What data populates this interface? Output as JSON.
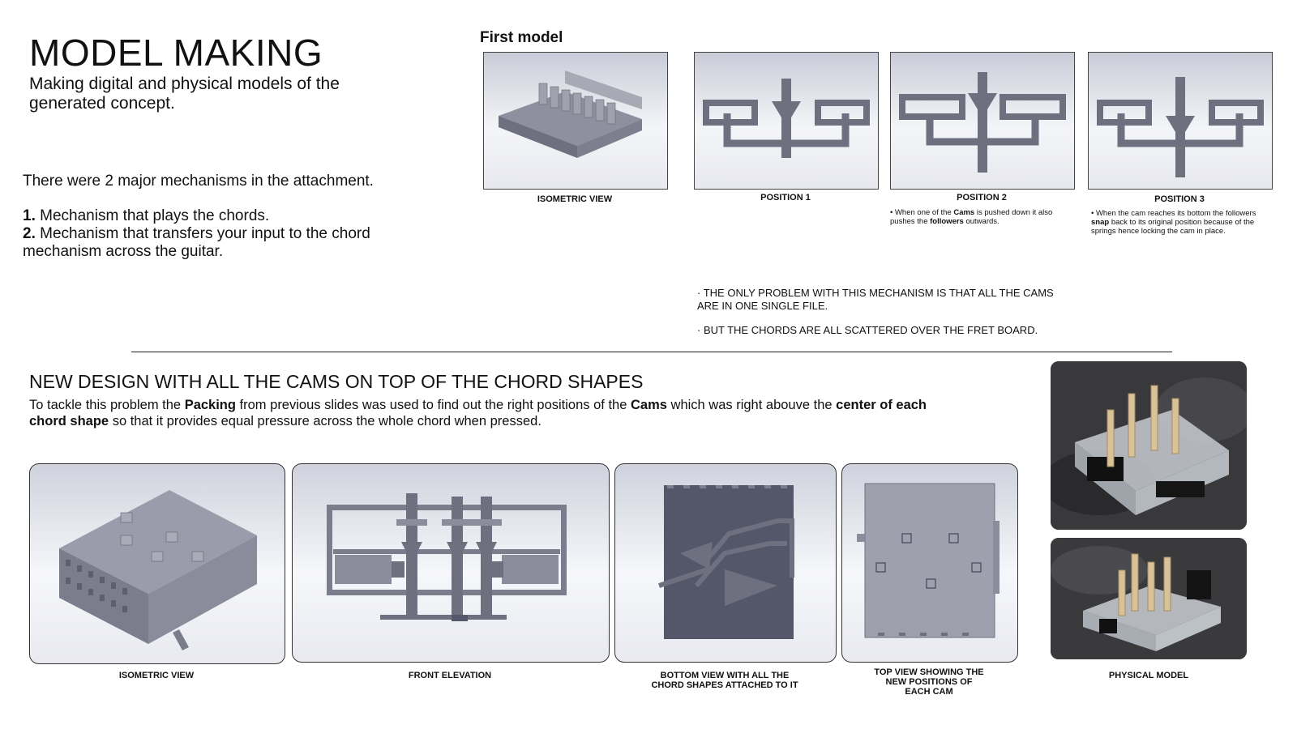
{
  "header": {
    "title": "MODEL MAKING",
    "subtitle": "Making digital and physical models of the generated concept."
  },
  "mechanisms": {
    "intro": "There were 2 major mechanisms in the attachment.",
    "items": [
      {
        "num": "1.",
        "text": "Mechanism that plays the chords."
      },
      {
        "num": "2.",
        "text": "Mechanism that transfers your input to the chord mechanism across the guitar."
      }
    ]
  },
  "first_model": {
    "heading": "First model",
    "panels": [
      {
        "caption": "ISOMETRIC VIEW"
      },
      {
        "caption": "POSITION 1"
      },
      {
        "caption": "POSITION 2"
      },
      {
        "caption": "POSITION 3"
      }
    ],
    "notes": {
      "pos2": {
        "a": "When one of the ",
        "b": "Cams",
        "c": " is pushed down it also pushes the ",
        "d": "followers",
        "e": " outwards."
      },
      "pos3": {
        "a": "When the cam reaches its bottom the followers ",
        "b": "snap",
        "c": " back to its original position because of the springs hence locking the cam in place."
      }
    },
    "problems": [
      "THE ONLY PROBLEM WITH THIS MECHANISM IS THAT ALL THE CAMS ARE IN ONE SINGLE FILE.",
      "BUT THE CHORDS ARE ALL SCATTERED OVER THE FRET BOARD."
    ]
  },
  "new_design": {
    "heading": "NEW DESIGN WITH ALL THE CAMS ON TOP OF THE CHORD SHAPES",
    "desc": {
      "a": "To tackle this problem the ",
      "b": "Packing",
      "c": " from previous slides was used to find out the right positions of the ",
      "d": "Cams",
      "e": " which was right abouve the ",
      "f": "center of each chord shape",
      "g": " so that it provides equal pressure across the whole chord when pressed."
    },
    "panels": [
      {
        "caption": "ISOMETRIC VIEW"
      },
      {
        "caption": "FRONT ELEVATION"
      },
      {
        "caption": "BOTTOM VIEW WITH ALL THE CHORD SHAPES ATTACHED TO IT"
      },
      {
        "caption": "TOP VIEW SHOWING THE NEW POSITIONS OF EACH CAM"
      },
      {
        "caption": "PHYSICAL MODEL"
      }
    ]
  },
  "colors": {
    "model_gray": "#6e7080",
    "model_light": "#9b9daa",
    "background_gradient_top": "#c9ccd8"
  }
}
